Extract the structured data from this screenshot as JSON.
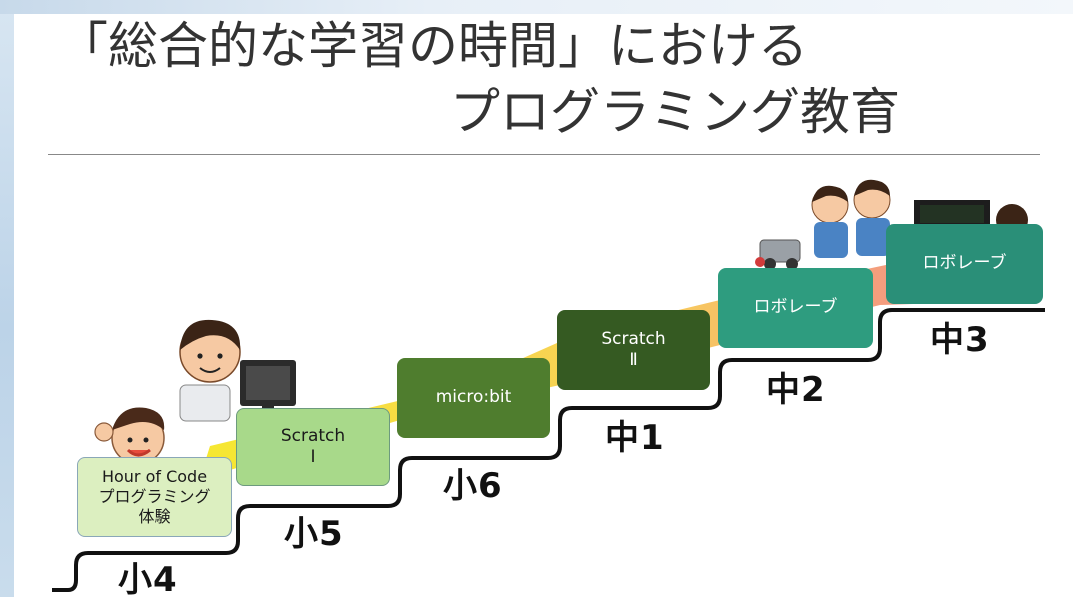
{
  "slide": {
    "title_line1": "「総合的な学習の時間」における",
    "title_line2": "プログラミング教育"
  },
  "steps": [
    {
      "grade": "小4",
      "lines": [
        "Hour of Code",
        "プログラミング",
        "体験"
      ]
    },
    {
      "grade": "小5",
      "lines": [
        "Scratch",
        "Ⅰ"
      ]
    },
    {
      "grade": "小6",
      "lines": [
        "micro:bit"
      ]
    },
    {
      "grade": "中1",
      "lines": [
        "Scratch",
        "Ⅱ"
      ]
    },
    {
      "grade": "中2",
      "lines": [
        "ロボレーブ"
      ]
    },
    {
      "grade": "中3",
      "lines": [
        "ロボレーブ"
      ]
    }
  ],
  "colors": {
    "staircase_line": "#111111",
    "progress_ribbon_start": "#f5e51a",
    "progress_ribbon_end": "#f06b8a"
  }
}
